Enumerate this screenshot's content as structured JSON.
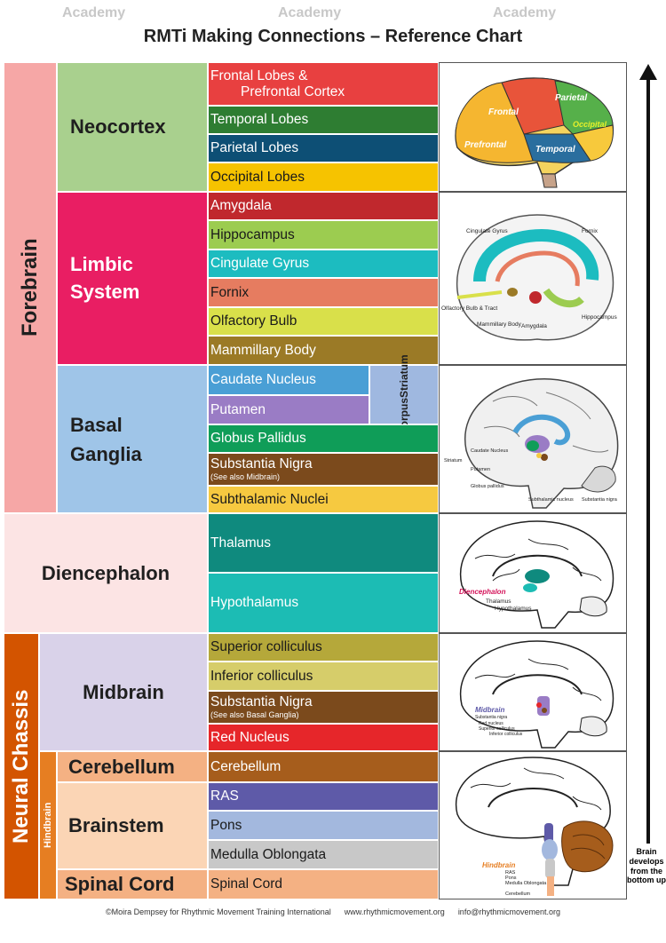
{
  "title": "RMTi Making Connections – Reference Chart",
  "watermark": "Academy",
  "regions": {
    "forebrain": "Forebrain",
    "neural_chassis": "Neural Chassis",
    "hindbrain": "Hindbrain"
  },
  "categories": {
    "neocortex": "Neocortex",
    "limbic_1": "Limbic",
    "limbic_2": "System",
    "basal_1": "Basal",
    "basal_2": "Ganglia",
    "diencephalon": "Diencephalon",
    "midbrain": "Midbrain",
    "cerebellum": "Cerebellum",
    "brainstem": "Brainstem",
    "spinal_cord": "Spinal Cord"
  },
  "corpus_striatum": {
    "line1": "Corpus",
    "line2": "Striatum"
  },
  "items": {
    "frontal_1": "Frontal Lobes &",
    "frontal_2": "Prefrontal Cortex",
    "temporal": "Temporal Lobes",
    "parietal": "Parietal Lobes",
    "occipital": "Occipital Lobes",
    "amygdala": "Amygdala",
    "hippocampus": "Hippocampus",
    "cingulate": "Cingulate Gyrus",
    "fornix": "Fornix",
    "olfactory": "Olfactory Bulb",
    "mammillary": "Mammillary Body",
    "caudate": "Caudate Nucleus",
    "putamen": "Putamen",
    "globus": "Globus Pallidus",
    "substantia_basal": "Substantia Nigra",
    "substantia_basal_note": "(See also Midbrain)",
    "subthalamic": "Subthalamic Nuclei",
    "thalamus": "Thalamus",
    "hypothalamus": "Hypothalamus",
    "superior": "Superior colliculus",
    "inferior": "Inferior colliculus",
    "substantia_mid": "Substantia Nigra",
    "substantia_mid_note": "(See also Basal Ganglia)",
    "red_nucleus": "Red Nucleus",
    "cerebellum": "Cerebellum",
    "ras": "RAS",
    "pons": "Pons",
    "medulla": "Medulla Oblongata",
    "spinal": "Spinal Cord"
  },
  "images": {
    "neo": {
      "frontal": "Frontal",
      "parietal": "Parietal",
      "occipital": "Occipital",
      "prefrontal": "Prefrontal",
      "temporal": "Temporal"
    },
    "limbic": {
      "cingulate": "Cingulate Gyrus",
      "fornix": "Fornix",
      "olfactory": "Olfactory Bulb & Tract",
      "mammillary": "Mammillary Body",
      "amygdala": "Amygdala",
      "hippocampus": "Hippocampus"
    },
    "basal": {
      "striatum": "Striatum",
      "caudate": "Caudate Nucleus",
      "putamen": "Putamen",
      "globus": "Globus pallidus",
      "subthalamic": "Subthalamic nucleus",
      "substantia": "Substantia nigra"
    },
    "dien": {
      "label": "Diencephalon",
      "thalamus": "Thalamus",
      "hypothalamus": "Hypothalamus"
    },
    "mid": {
      "label": "Midbrain",
      "sn": "Substantia nigra",
      "rn": "Red nucleus",
      "sc": "Superior colliculus",
      "ic": "Inferior colliculus"
    },
    "hind": {
      "label": "Hindbrain",
      "ras": "RAS",
      "pons": "Pons",
      "medulla": "Medulla Oblongata",
      "cerebellum": "Cerebellum"
    }
  },
  "arrow_note": "Brain develops from the bottom up",
  "footer": {
    "copyright": "©Moira Dempsey for Rhythmic Movement Training International",
    "url": "www.rhythmicmovement.org",
    "email": "info@rhythmicmovement.org"
  },
  "colors": {
    "forebrain": "#f6a7a6",
    "neocortex": "#a9d08e",
    "limbic": "#e91e63",
    "basal": "#9fc5e8",
    "diencephalon": "#fce4e4",
    "midbrain": "#d9d2e9",
    "neural_chassis": "#d35400",
    "hindbrain_strip": "#e67e22",
    "cerebellum_cat": "#f4b183",
    "brainstem_cat": "#fbd5b5",
    "spinal_cat": "#f4b183"
  }
}
